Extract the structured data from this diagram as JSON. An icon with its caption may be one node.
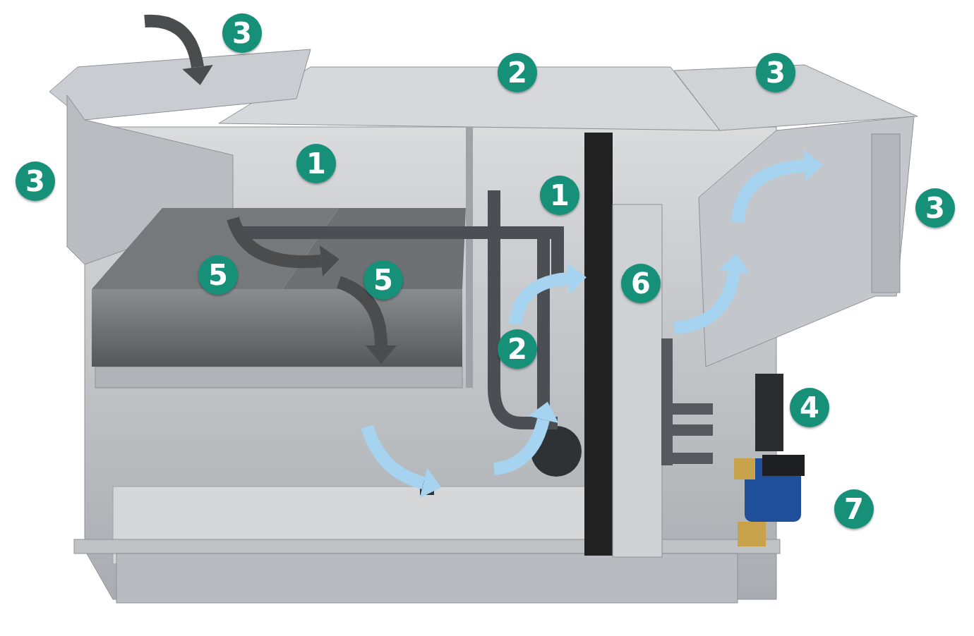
{
  "diagram": {
    "labels": [
      "3",
      "2",
      "3",
      "1",
      "3",
      "1",
      "3",
      "5",
      "5",
      "6",
      "2",
      "4",
      "7"
    ]
  }
}
